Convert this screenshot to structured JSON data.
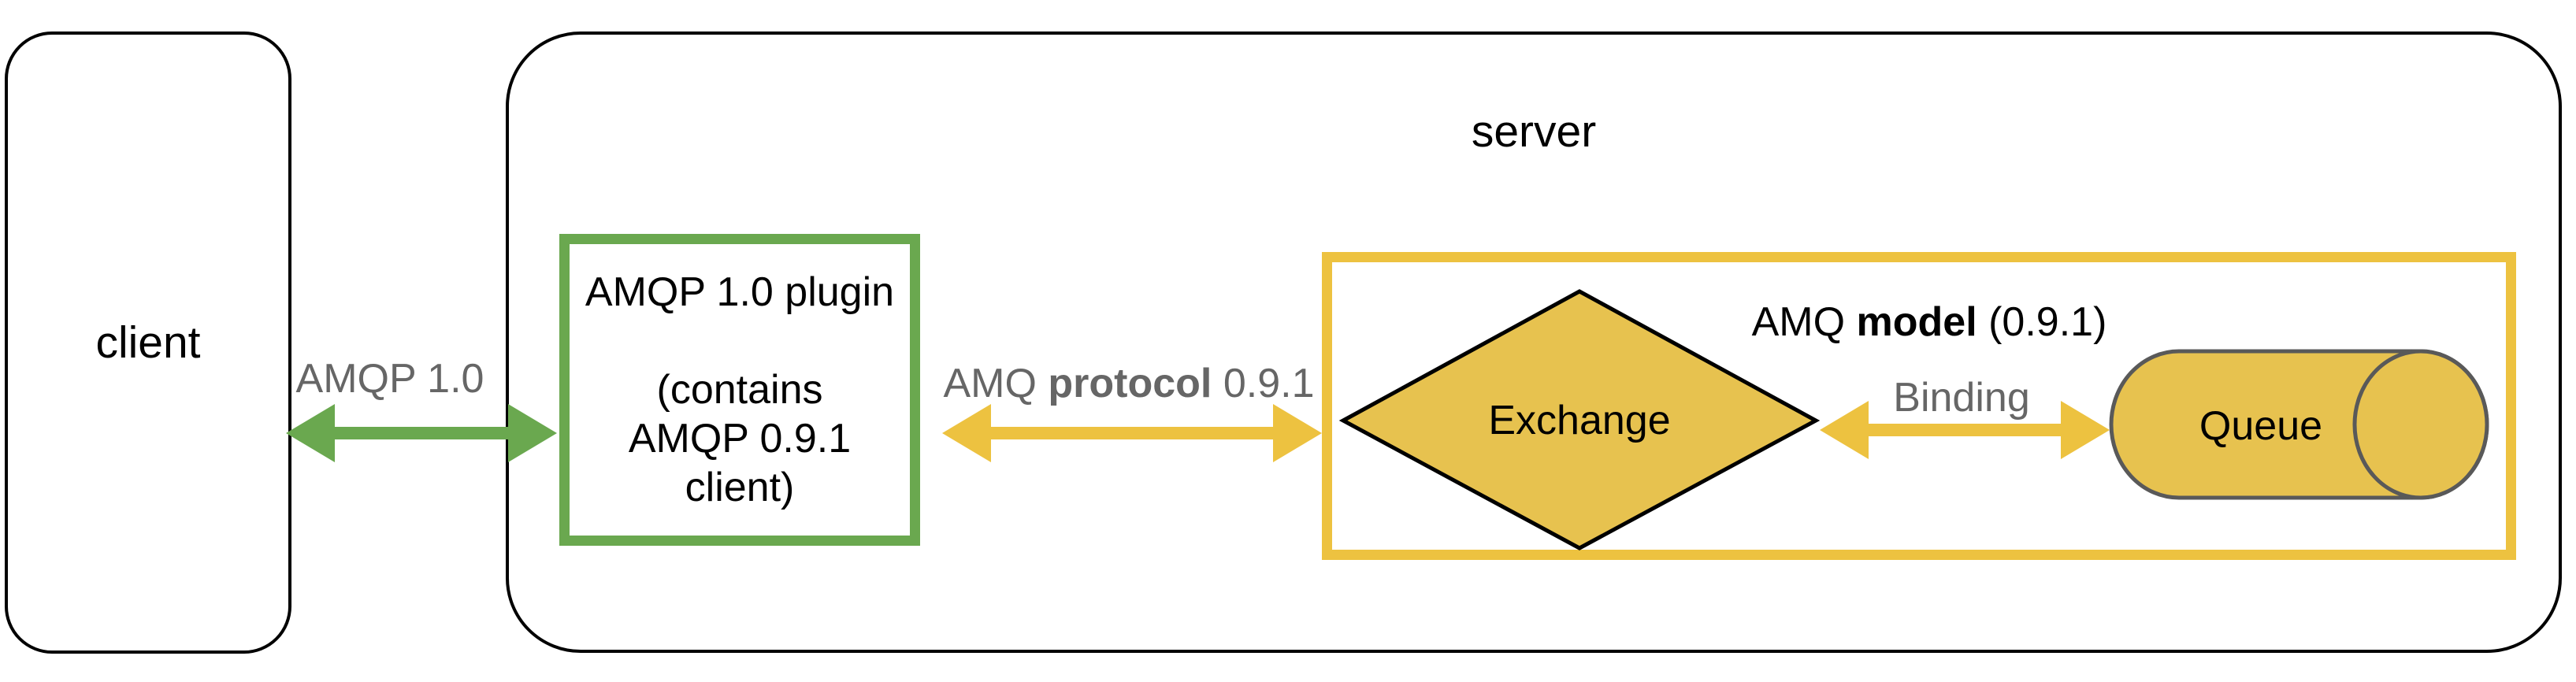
{
  "diagram": {
    "colors": {
      "green": "#6aa84f",
      "yellow": "#edc240",
      "shape_fill": "#e7c24f",
      "gray_label": "#666666",
      "black": "#000000",
      "cylinder_outline": "#595959"
    },
    "client_box": {
      "label": "client"
    },
    "server_box": {
      "label": "server"
    },
    "plugin_box": {
      "line1": "AMQP 1.0 plugin",
      "line2": "",
      "line3": "(contains",
      "line4": "AMQP 0.9.1",
      "line5": "client)"
    },
    "model_box": {
      "label_pre": "AMQ ",
      "label_bold": "model",
      "label_post": " (0.9.1)"
    },
    "exchange": {
      "label": "Exchange"
    },
    "queue": {
      "label": "Queue"
    },
    "link_client_server": {
      "label": "AMQP 1.0"
    },
    "link_plugin_model": {
      "label_pre": "AMQ ",
      "label_bold": "protocol",
      "label_post": " 0.9.1"
    },
    "link_exchange_queue": {
      "label": "Binding"
    }
  }
}
